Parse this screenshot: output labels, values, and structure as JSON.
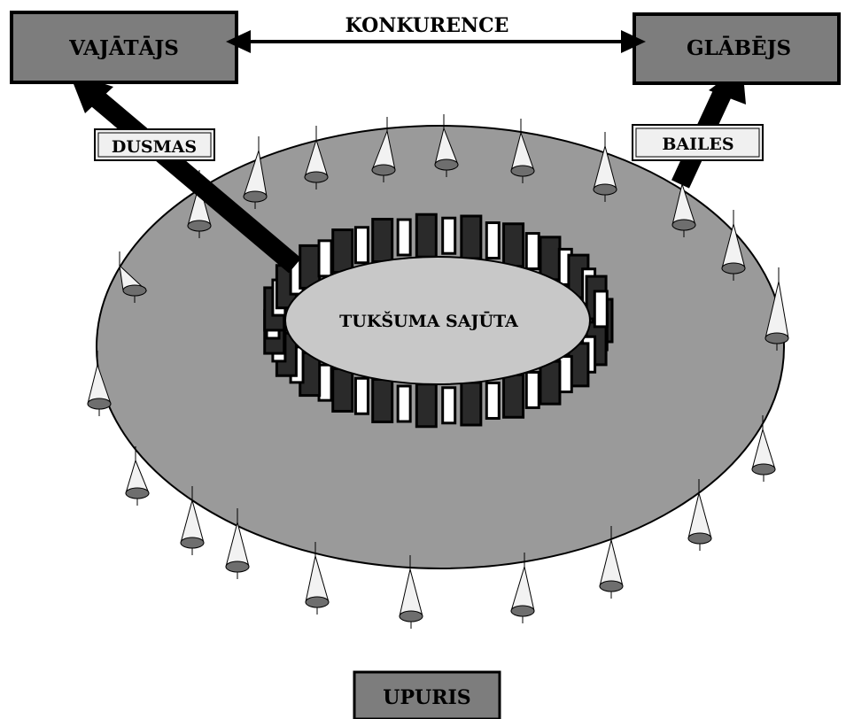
{
  "persecutor_label": "VAJĀTĀJS",
  "rescuer_label": "GLĀBĒJS",
  "victim_label": "UPURIS",
  "competition_label": "KONKURENCE",
  "anger_label": "DUSMAS",
  "fear_label": "BAILES",
  "emptiness_label": "TUKŠUMA SAJŪTA",
  "colors": {
    "box_fill": "#7d7d7d",
    "ellipse_fill": "#9a9a9a",
    "inner_fill": "#c8c8c8",
    "arrow": "#000000",
    "tag_fill": "#f0f0f0"
  }
}
